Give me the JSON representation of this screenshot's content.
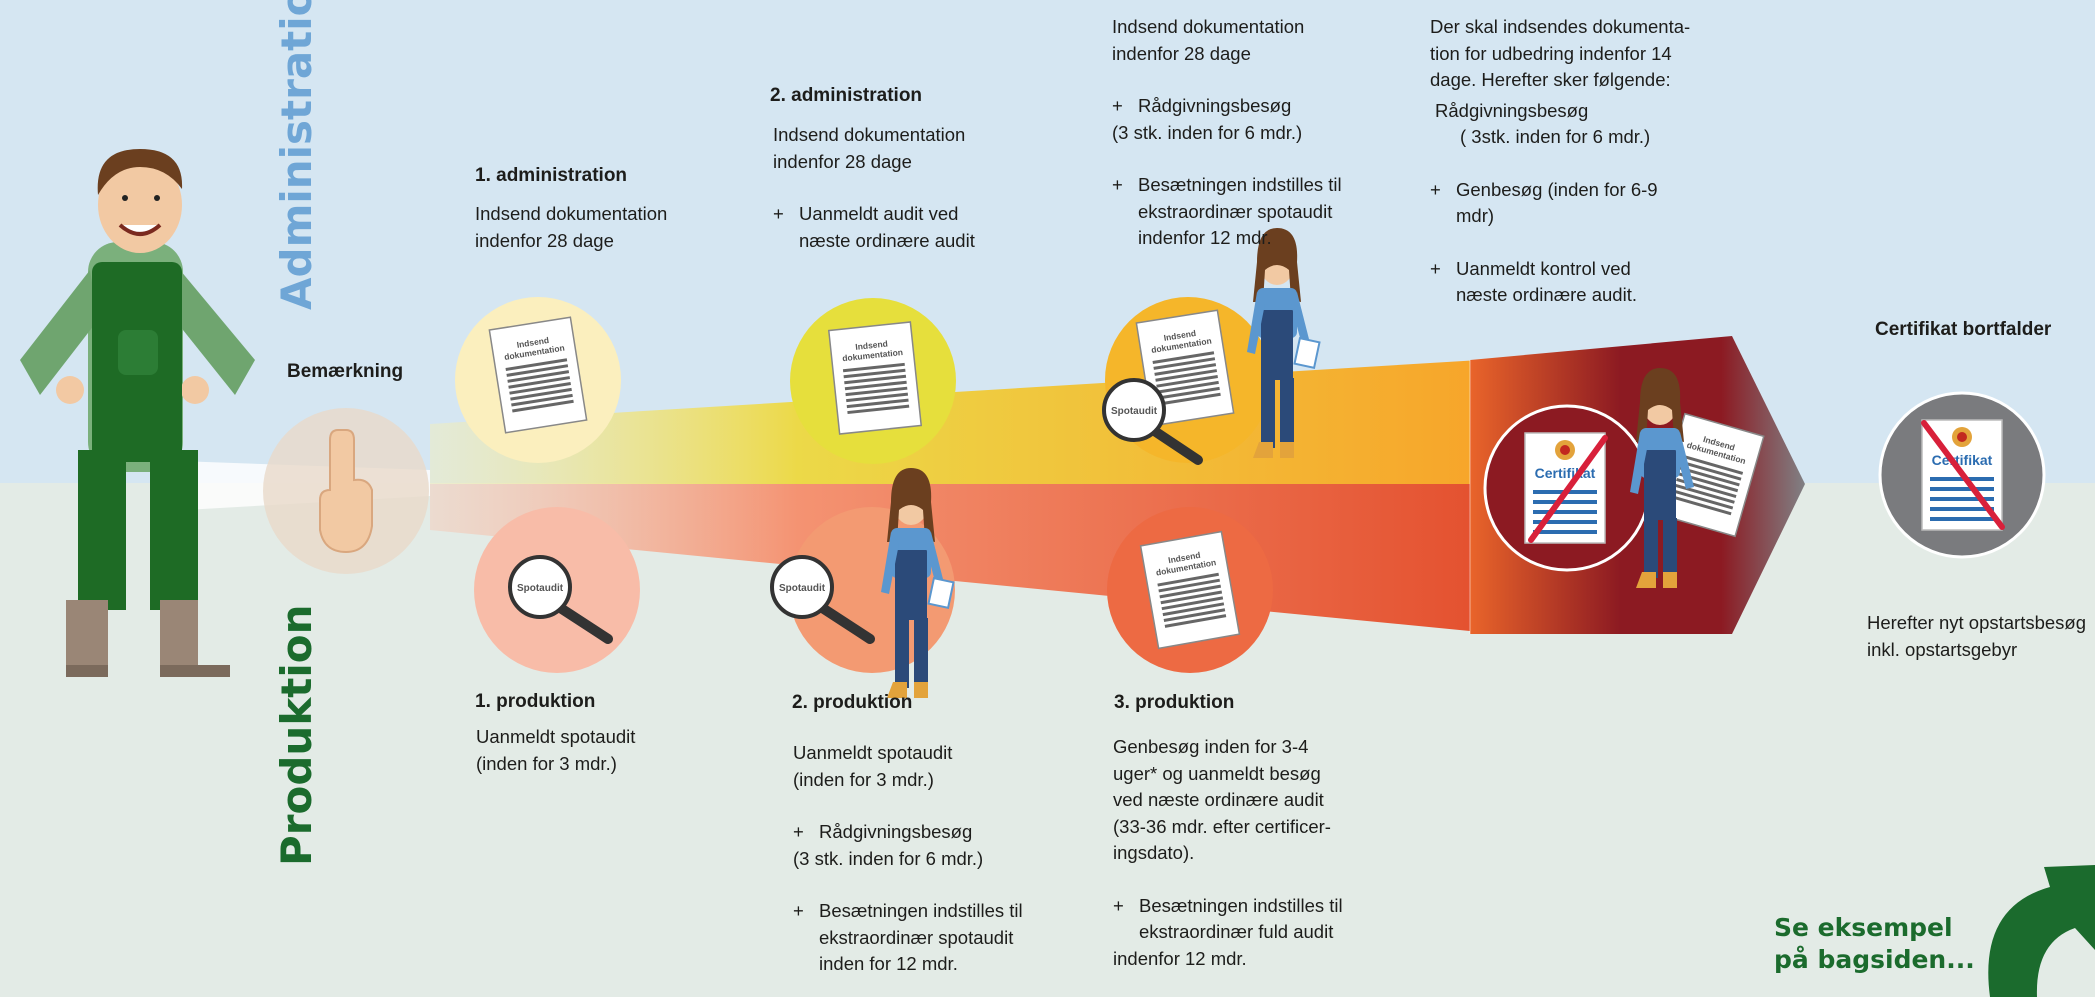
{
  "colors": {
    "sky": "#d5e6f2",
    "ground": "#e3ebe6",
    "admin_label": "#6fa6d6",
    "prod_label": "#1b6b2d",
    "yellow_band": "#f7b32b",
    "red_band": "#e9583b",
    "dark_red": "#8c1a22",
    "grey_end": "#7a7b7e"
  },
  "side_labels": {
    "administration": "Administration",
    "produktion": "Produktion"
  },
  "remark": {
    "label": "Bemærkning",
    "icon": "pointing-finger-icon"
  },
  "admin": {
    "step1": {
      "title": "1.  administration",
      "line1": "Indsend dokumentation",
      "line2": "indenfor 28 dage"
    },
    "step2": {
      "title": "2.  administration",
      "line1": "Indsend dokumentation",
      "line2": "indenfor 28 dage",
      "plus": "+",
      "b1l1": "Uanmeldt audit ved",
      "b1l2": "næste ordinære audit"
    },
    "step3": {
      "line1": "Indsend dokumentation",
      "line2": "indenfor 28 dage",
      "plus": "+",
      "b1l1": "Rådgivningsbesøg",
      "b1l2": "(3 stk. inden for 6 mdr.)",
      "b2l1": "Besætningen indstilles til",
      "b2l2": "ekstraordinær spotaudit",
      "b2l3": "indenfor 12 mdr."
    },
    "step4": {
      "l1": "Der skal indsendes dokumenta-",
      "l2": "tion for udbedring indenfor 14",
      "l3": "dage. Herefter sker følgende:",
      "l4": "Rådgivningsbesøg",
      "l5": "( 3stk. inden for 6 mdr.)",
      "plus": "+",
      "l6": "Genbesøg (inden for 6-9",
      "l7": "mdr)",
      "l8": "Uanmeldt kontrol ved",
      "l9": "næste ordinære audit."
    }
  },
  "prod": {
    "step1": {
      "title": "1.  produktion",
      "line1": "Uanmeldt spotaudit",
      "line2": "(inden for 3 mdr.)"
    },
    "step2": {
      "title": "2.  produktion",
      "line1": "Uanmeldt spotaudit",
      "line2": "(inden for 3 mdr.)",
      "plus": "+",
      "b1l1": "Rådgivningsbesøg",
      "b1l2": "(3 stk. inden for 6 mdr.)",
      "b2l1": "Besætningen indstilles til",
      "b2l2": "ekstraordinær spotaudit",
      "b2l3": "inden for 12 mdr."
    },
    "step3": {
      "title": "3.  produktion",
      "l1": "Genbesøg inden for 3-4",
      "l2": "uger* og uanmeldt besøg",
      "l3": "ved næste ordinære audit",
      "l4": "(33-36 mdr. efter certificer-",
      "l5": "ingsdato).",
      "plus": "+",
      "b1l1": "Besætningen indstilles til",
      "b1l2": "ekstraordinær fuld audit",
      "b1l3": "indenfor 12 mdr."
    }
  },
  "icons": {
    "document_text_l1": "Indsend",
    "document_text_l2": "dokumentation",
    "magnifier_text": "Spotaudit",
    "certificate_text": "Certifikat",
    "icon_names": [
      "document-icon",
      "magnifier-icon",
      "certificate-icon",
      "farmer-figure",
      "inspector-figure",
      "arrow-icon"
    ]
  },
  "end": {
    "title": "Certifikat bortfalder",
    "l1": "Herefter nyt opstartsbesøg",
    "l2": "inkl. opstartsgebyr"
  },
  "cta": {
    "l1": "Se eksempel",
    "l2": "på bagsiden..."
  }
}
